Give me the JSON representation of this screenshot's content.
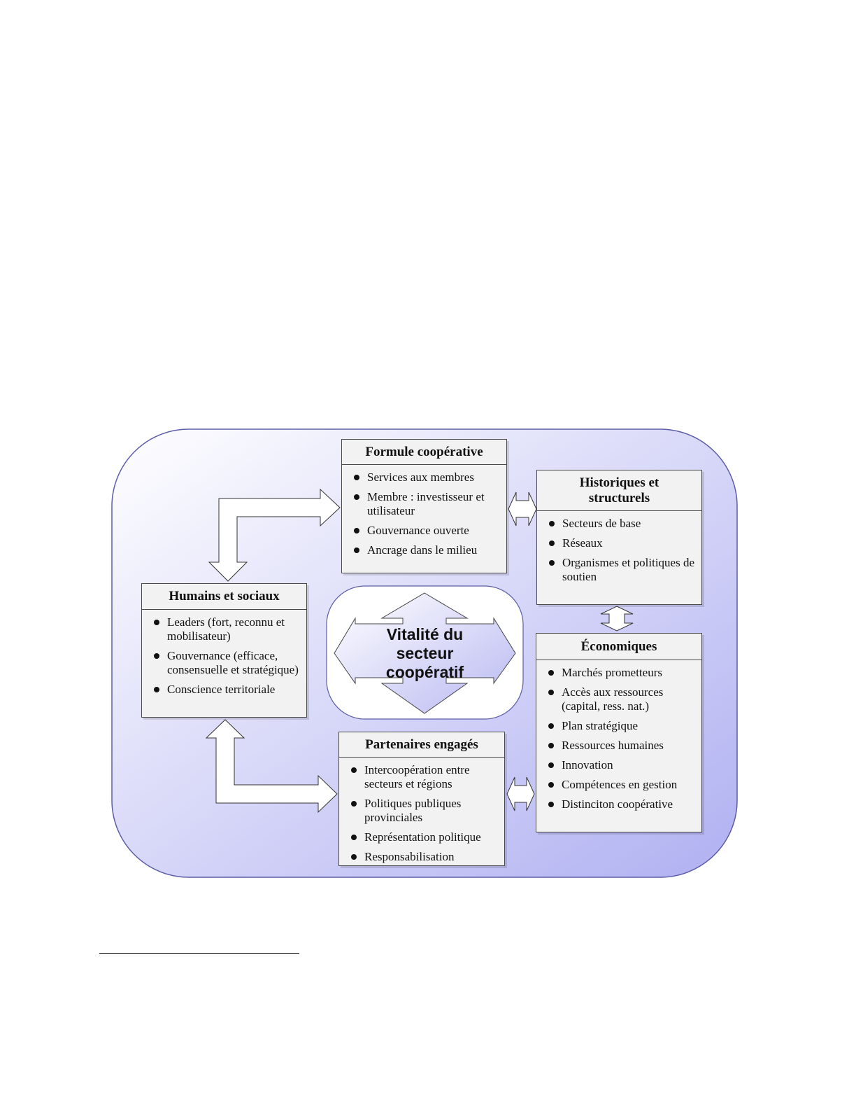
{
  "center": {
    "title": "Vitalité du secteur coopératif"
  },
  "boxes": {
    "formule": {
      "title": "Formule coopérative",
      "items": [
        "Services aux membres",
        "Membre : investisseur et utilisateur",
        "Gouvernance ouverte",
        "Ancrage dans le milieu"
      ]
    },
    "historiques": {
      "title": "Historiques et structurels",
      "items": [
        "Secteurs de base",
        "Réseaux",
        "Organismes et politiques de soutien"
      ]
    },
    "humains": {
      "title": "Humains et sociaux",
      "items": [
        "Leaders (fort, reconnu et mobilisateur)",
        "Gouvernance (efficace, consensuelle et stratégique)",
        "Conscience territoriale"
      ]
    },
    "economiques": {
      "title": "Économiques",
      "items": [
        "Marchés prometteurs",
        "Accès aux ressources (capital, ress. nat.)",
        "Plan stratégique",
        "Ressources humaines",
        "Innovation",
        "Compétences en gestion",
        "Distinciton coopérative"
      ]
    },
    "partenaires": {
      "title": "Partenaires engagés",
      "items": [
        "Intercoopération entre secteurs et régions",
        "Politiques publiques provinciales",
        "Représentation politique",
        "Responsabilisation"
      ]
    }
  },
  "colors": {
    "frame_light": "#ffffff",
    "frame_dark": "#b0b0f2",
    "frame_border": "#5c5ca6",
    "box_fill": "#f2f2f2"
  }
}
